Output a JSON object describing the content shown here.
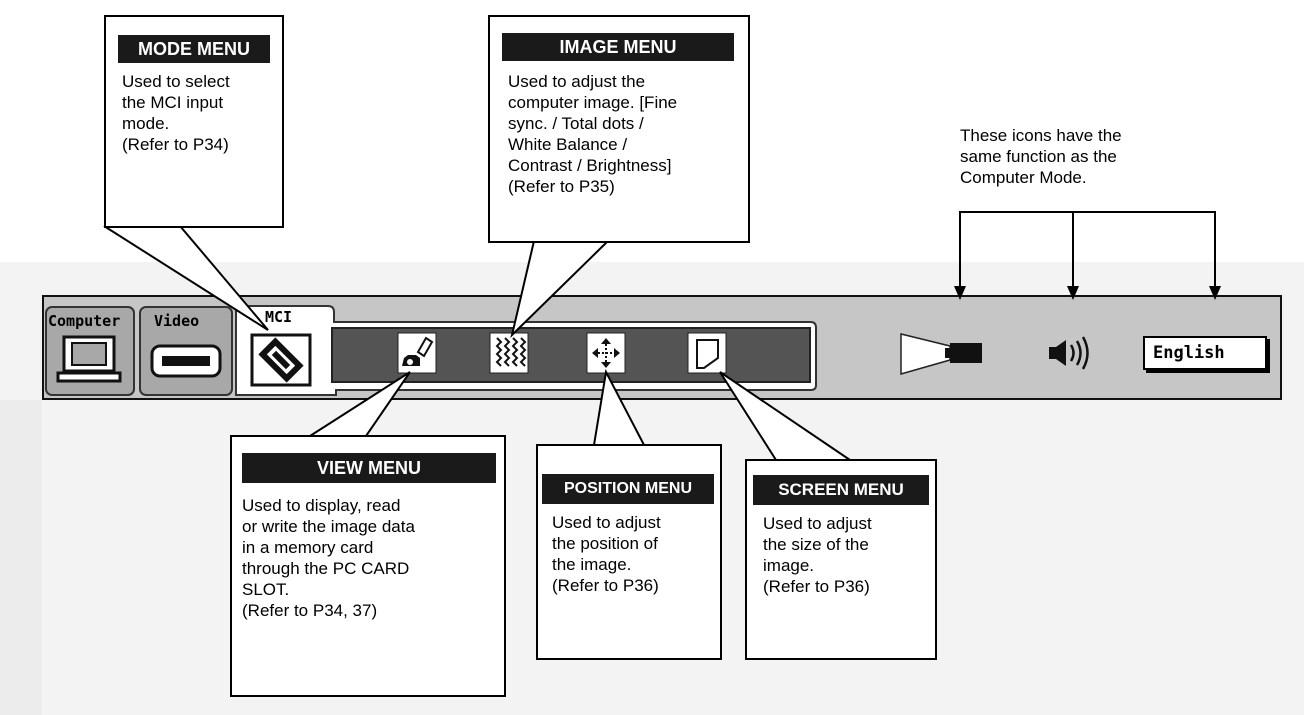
{
  "tabs": [
    {
      "label": "Computer"
    },
    {
      "label": "Video"
    },
    {
      "label": "MCI"
    }
  ],
  "language": "English",
  "callouts": {
    "mode": {
      "title": "MODE MENU",
      "text": "Used to select\nthe MCI input\nmode.\n(Refer to P34)"
    },
    "image": {
      "title": "IMAGE MENU",
      "text": "Used to adjust  the\ncomputer image. [Fine\nsync. / Total dots /\nWhite Balance /\nContrast / Brightness]\n(Refer to P35)"
    },
    "view": {
      "title": "VIEW MENU",
      "text": "Used to display, read\nor write the image data\nin a memory card\nthrough the PC CARD\nSLOT.\n(Refer to P34, 37)"
    },
    "position": {
      "title": "POSITION MENU",
      "text": "Used to adjust\nthe position of\nthe image.\n(Refer to P36)"
    },
    "screen": {
      "title": "SCREEN MENU",
      "text": "Used to adjust\nthe size of the\nimage.\n(Refer to P36)"
    }
  },
  "icons_note": "These icons have the\nsame function as the\nComputer Mode.",
  "icons": [
    "computer-icon",
    "video-deck-icon",
    "memory-card-icon",
    "view-camera-icon",
    "image-wave-icon",
    "position-arrows-icon",
    "screen-shape-icon",
    "projector-icon",
    "speaker-icon"
  ]
}
